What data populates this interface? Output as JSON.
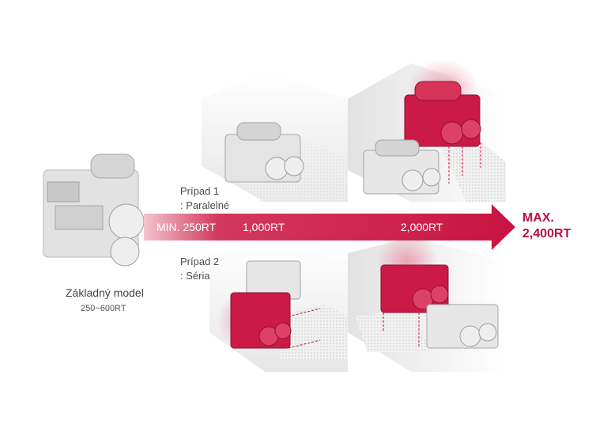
{
  "base_model": {
    "title": "Základný model",
    "range": "250~600RT"
  },
  "case1": {
    "line1": "Prípad 1",
    "line2": ": Paralelné"
  },
  "case2": {
    "line1": "Prípad 2",
    "line2": ": Séria"
  },
  "arrow": {
    "labels": [
      "MIN. 250RT",
      "1,000RT",
      "2,000RT"
    ],
    "max_line1": "MAX.",
    "max_line2": "2,400RT",
    "color": "#c8133f"
  },
  "colors": {
    "accent": "#cc1a47",
    "machine_gray": "#d9d9d9"
  }
}
